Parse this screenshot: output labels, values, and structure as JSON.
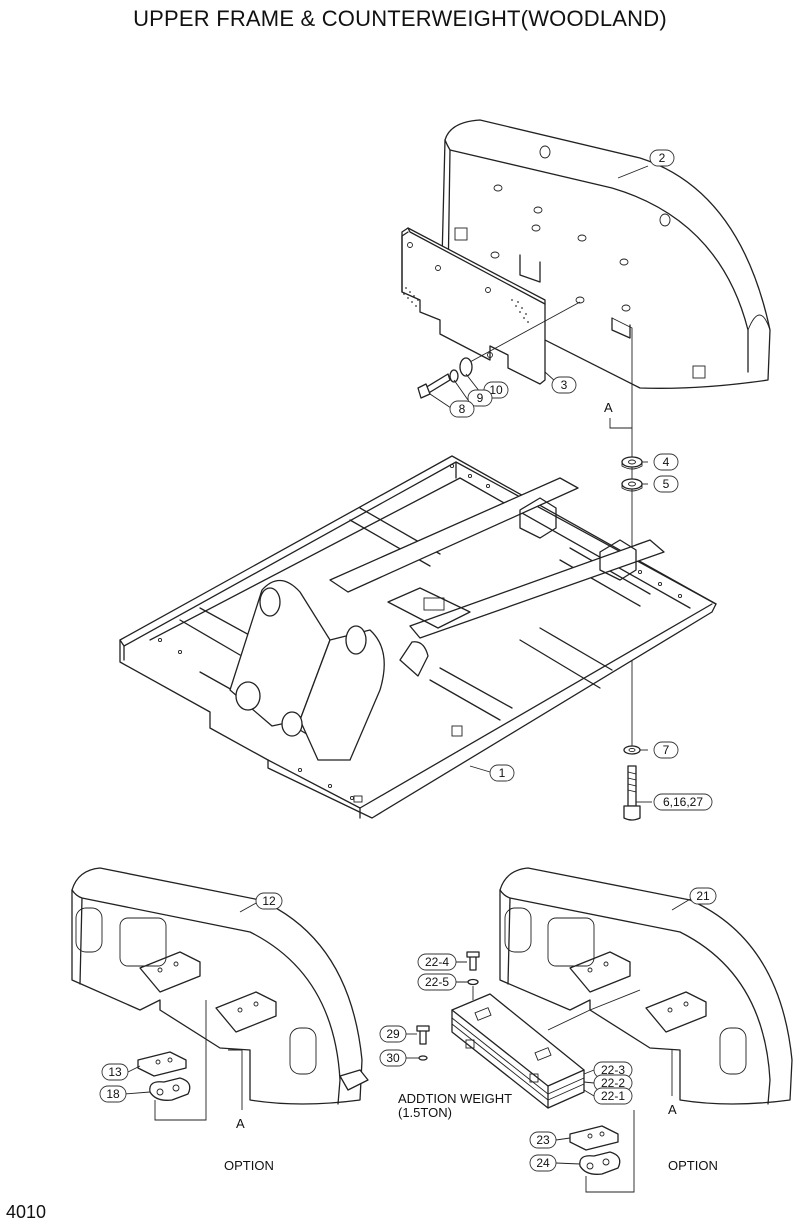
{
  "title": "UPPER FRAME & COUNTERWEIGHT(WOODLAND)",
  "page_number": "4010",
  "callouts": {
    "p1": "1",
    "p2": "2",
    "p3": "3",
    "p4": "4",
    "p5": "5",
    "p6": "6,16,27",
    "p7": "7",
    "p8": "8",
    "p9": "9",
    "p10": "10",
    "p12": "12",
    "p13": "13",
    "p18": "18",
    "p21": "21",
    "p22_1": "22-1",
    "p22_2": "22-2",
    "p22_3": "22-3",
    "p22_4": "22-4",
    "p22_5": "22-5",
    "p23": "23",
    "p24": "24",
    "p29": "29",
    "p30": "30"
  },
  "labels": {
    "ref_a_top": "A",
    "ref_a_left": "A",
    "ref_a_right": "A",
    "option_left": "OPTION",
    "option_right": "OPTION",
    "addition_weight_line1": "ADDTION WEIGHT",
    "addition_weight_line2": "(1.5TON)"
  }
}
